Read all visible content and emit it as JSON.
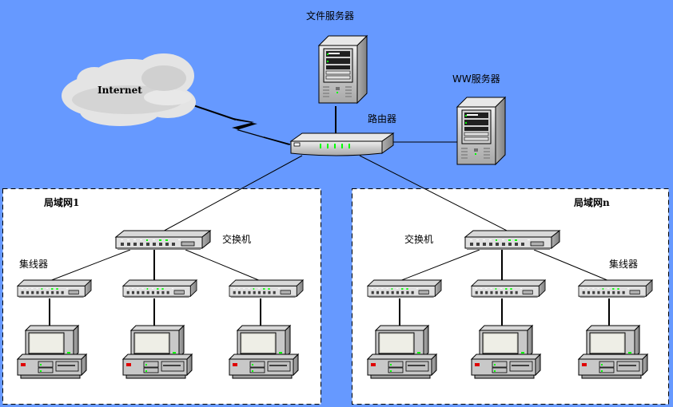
{
  "labels": {
    "file_server": "文件服务器",
    "www_server": "WW服务器",
    "router": "路由器",
    "internet": "Internet",
    "lan1_title": "局域网1",
    "lann_title": "局域网n",
    "switch_left": "交换机",
    "switch_right": "交换机",
    "hub_left": "集线器",
    "hub_right": "集线器"
  },
  "colors": {
    "background": "#6699ff",
    "lan_fill": "#ffffff",
    "device_gray": "#c0c0c0",
    "led_green": "#00ff00"
  }
}
